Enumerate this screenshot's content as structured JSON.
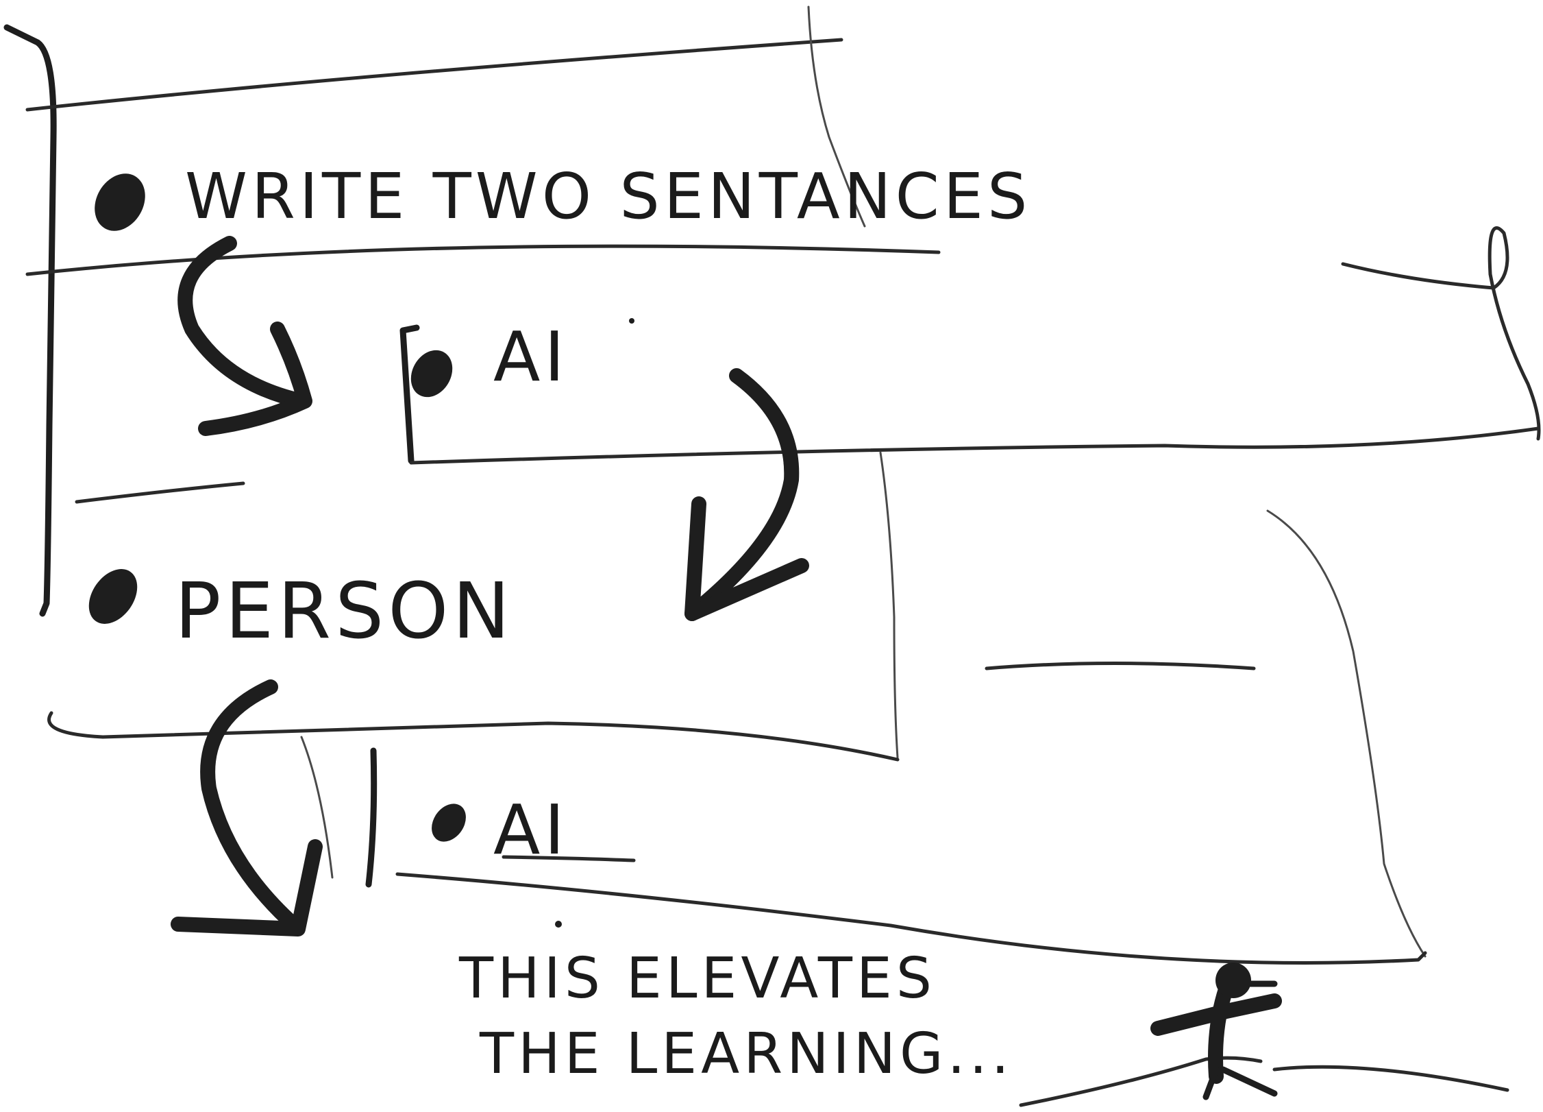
{
  "sketch": {
    "step_1": "WRITE TWO SENTANCES",
    "step_2": "AI",
    "step_3": "PERSON",
    "step_4": "AI",
    "conclusion_line_1": "THIS ELEVATES",
    "conclusion_line_2": "THE LEARNING..."
  },
  "colors": {
    "ink": "#1e1e1e",
    "paper": "#ffffff"
  },
  "icons": {
    "flow_arrows": "curved-down-arrow",
    "figure": "stick-figure-climbing"
  }
}
